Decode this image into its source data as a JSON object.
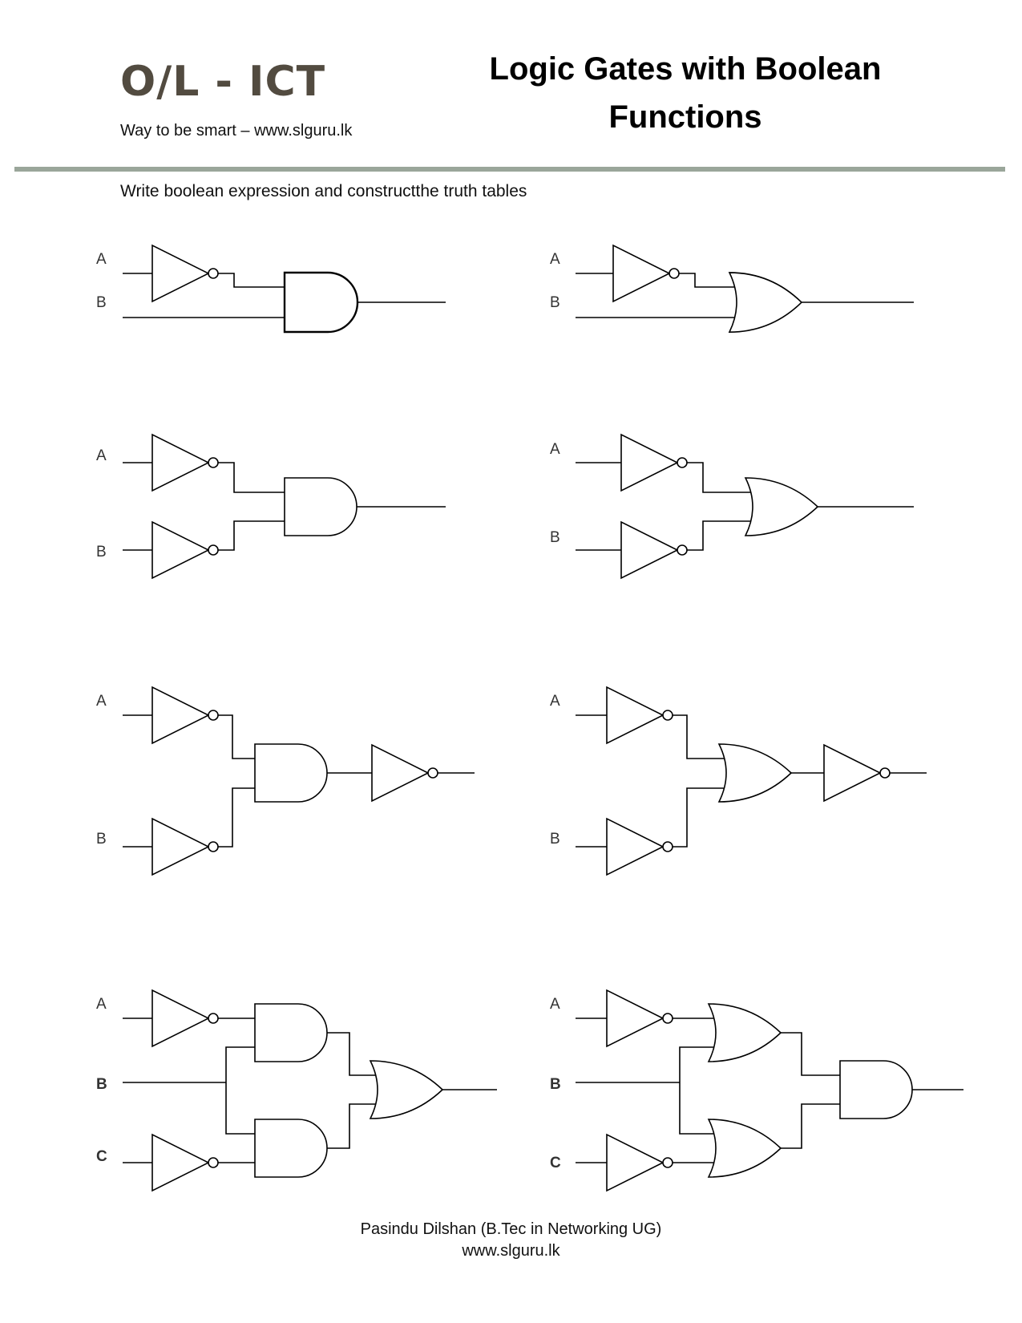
{
  "header": {
    "brand": "O/L - ICT",
    "tagline": "Way to be smart – www.slguru.lk",
    "title_line1": "Logic Gates with Boolean",
    "title_line2": "Functions",
    "rule_color": "#9aa69a"
  },
  "instruction": "Write boolean expression and constructthe truth tables",
  "circuits": [
    {
      "id": "c1",
      "inputs": [
        "A",
        "B"
      ],
      "description": "NOT A and B into AND gate"
    },
    {
      "id": "c2",
      "inputs": [
        "A",
        "B"
      ],
      "description": "NOT A and B into OR gate"
    },
    {
      "id": "c3",
      "inputs": [
        "A",
        "B"
      ],
      "description": "NOT A and NOT B into AND gate"
    },
    {
      "id": "c4",
      "inputs": [
        "A",
        "B"
      ],
      "description": "NOT A and NOT B into OR gate"
    },
    {
      "id": "c5",
      "inputs": [
        "A",
        "B"
      ],
      "description": "NOT A and NOT B into AND gate, then NOT"
    },
    {
      "id": "c6",
      "inputs": [
        "A",
        "B"
      ],
      "description": "NOT A and NOT B into OR gate, then NOT"
    },
    {
      "id": "c7",
      "inputs": [
        "A",
        "B",
        "C"
      ],
      "description": "Two AND gates feeding an OR gate"
    },
    {
      "id": "c8",
      "inputs": [
        "A",
        "B",
        "C"
      ],
      "description": "Two OR gates feeding an AND gate"
    }
  ],
  "footer": {
    "author": "Pasindu Dilshan (B.Tec in Networking UG)",
    "website": "www.slguru.lk"
  }
}
